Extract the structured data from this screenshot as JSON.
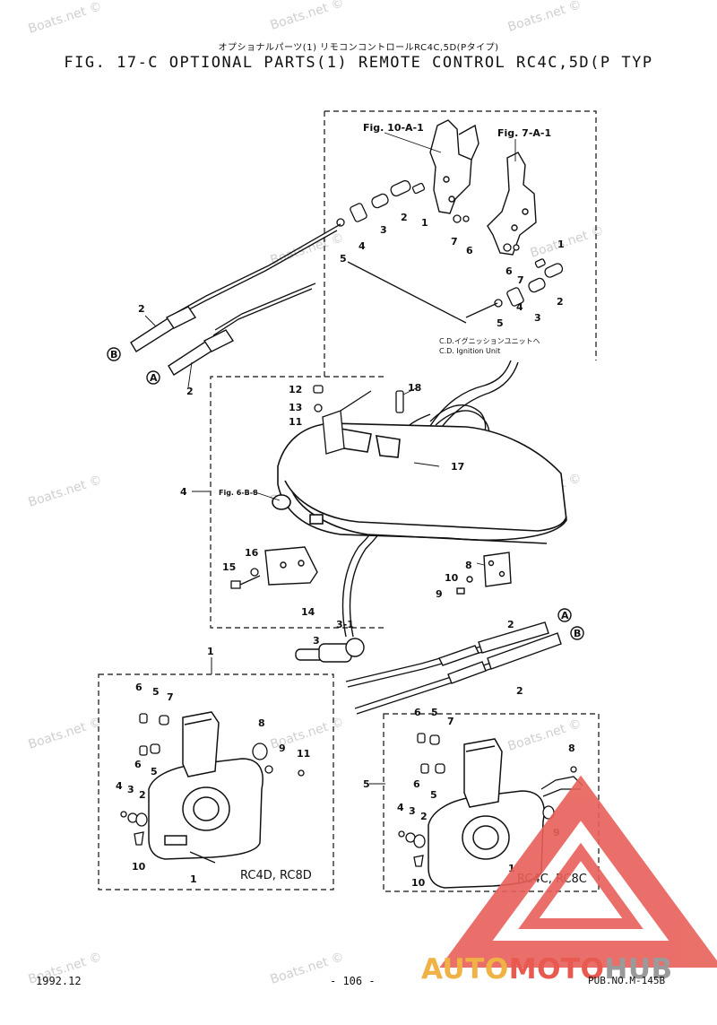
{
  "header": {
    "subtitle_jp": "オプショナルパーツ(1) リモコンコントロールRC4C,5D(Pタイプ)",
    "title": "FIG. 17-C OPTIONAL PARTS(1) REMOTE CONTROL RC4C,5D(P TYP"
  },
  "watermark": "Boats.net ©",
  "references": {
    "fig_10a1": "Fig. 10-A-1",
    "fig_7a1": "Fig. 7-A-1",
    "fig_6b8": "Fig. 6-B-8",
    "cd_jp": "C.D.イグニッションユニットへ",
    "cd_en": "C.D. Ignition Unit"
  },
  "models": {
    "left": "RC4D, RC8D",
    "right": "RC4C, RC8C"
  },
  "connectors": {
    "a": "A",
    "b": "B"
  },
  "footer": {
    "date": "1992.12",
    "page": "- 106 -",
    "pub": "PUB.NO.M-145B"
  },
  "brand": {
    "part1": "AUTO",
    "part2": "MOTO",
    "part3": "HUB"
  },
  "colors": {
    "triangle": "#e8605a",
    "auto": "#f0b244",
    "moto": "#e85a50",
    "hub": "#9a9a9a"
  }
}
